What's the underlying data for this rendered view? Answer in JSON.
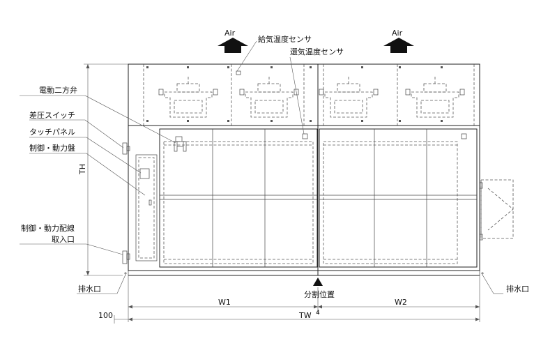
{
  "labels": {
    "air_left": "Air",
    "air_right": "Air",
    "supply_sensor": "給気温度センサ",
    "return_sensor": "還気温度センサ",
    "two_way_valve": "電動二方弁",
    "diff_pressure_switch": "差圧スイッチ",
    "touch_panel": "タッチパネル",
    "control_panel": "制御・動力盤",
    "wiring_inlet_line1": "制御・動力配線",
    "wiring_inlet_line2": "取入口",
    "drain_left": "排水口",
    "drain_right": "排水口",
    "split_position": "分割位置"
  },
  "dimensions": {
    "height": "TH",
    "width_left": "W1",
    "width_right": "W2",
    "total_width": "TW",
    "offset": "100",
    "split_mark": "4"
  },
  "colors": {
    "line": "#222222",
    "dashed": "#555555",
    "arrow": "#111111"
  }
}
